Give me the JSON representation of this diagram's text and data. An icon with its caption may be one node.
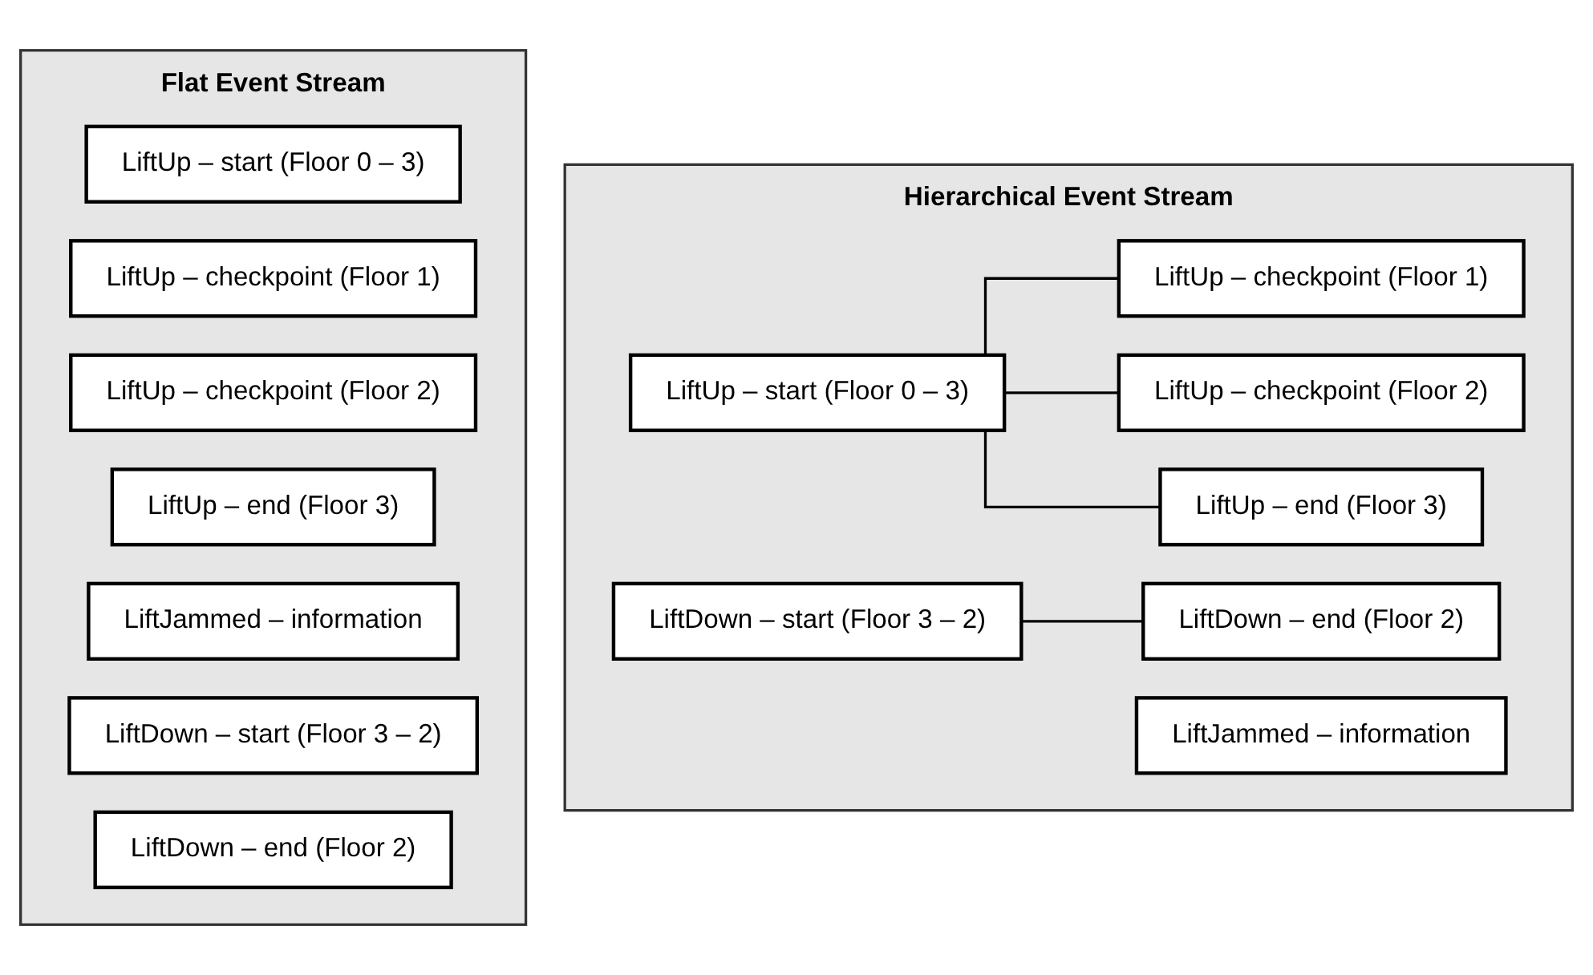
{
  "diagram": {
    "nodes": [
      {
        "text": [
          "Flat Event Stream"
        ]
      },
      {
        "text": [
          "LiftUp – start (Floor 0 – 3)"
        ],
        "in": 0
      },
      {
        "text": [
          "LiftUp – checkpoint (Floor 1)"
        ],
        "in": 0
      },
      {
        "text": [
          "LiftUp – checkpoint (Floor 2)"
        ],
        "in": 0
      },
      {
        "text": [
          "LiftUp – end (Floor 3)"
        ],
        "in": 0
      },
      {
        "text": [
          "LiftJammed – information"
        ],
        "in": 0
      },
      {
        "text": [
          "LiftDown – start (Floor 3 – 2)"
        ],
        "in": 0
      },
      {
        "text": [
          "LiftDown – end (Floor 2)"
        ],
        "in": 0
      },
      {
        "text": [
          "Hierarchical Event Stream"
        ]
      },
      {
        "text": [
          "LiftUp – start (Floor 0 – 3)"
        ],
        "in": 8
      },
      {
        "text": [
          "LiftUp – checkpoint (Floor 1)"
        ],
        "in": 8
      },
      {
        "text": [
          "LiftUp – checkpoint (Floor 2)"
        ],
        "in": 8
      },
      {
        "text": [
          "LiftUp – end (Floor 3)"
        ],
        "in": 8
      },
      {
        "text": [
          "LiftJammed – information"
        ],
        "in": 8
      },
      {
        "text": [
          "LiftDown – start (Floor 3 – 2)"
        ],
        "in": 8
      },
      {
        "text": [
          "LiftDown – end (Floor 2)"
        ],
        "in": 8
      }
    ],
    "edges": [
      {
        "from": 9,
        "to": 10,
        "arrow": "none"
      },
      {
        "from": 9,
        "to": 11,
        "arrow": "none"
      },
      {
        "from": 9,
        "to": 12,
        "arrow": "none"
      },
      {
        "from": 14,
        "to": 15,
        "arrow": "none"
      }
    ]
  }
}
